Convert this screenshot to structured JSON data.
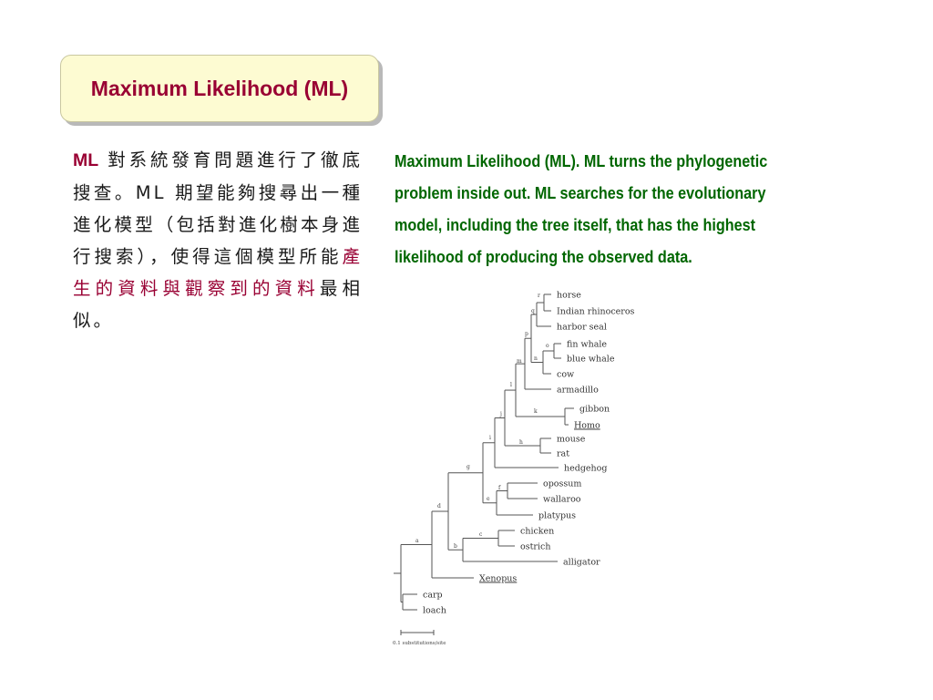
{
  "slide": {
    "title": "Maximum Likelihood (ML)",
    "cn": {
      "ml": "ML",
      "part1": "對系統發育問題進行了徹底搜查。ML 期望能夠搜尋出一種進化模型（包括對進化樹本身進行搜索），使得這個模型所能",
      "highlight": "產生的資料與觀察到的資料",
      "part2": "最相似。"
    },
    "en": {
      "lines": [
        "Maximum Likelihood (ML). ML turns the phylogenetic",
        "problem inside out. ML searches for the evolutionary",
        "model, including the tree itself, that has the highest",
        "likelihood of producing the observed data."
      ]
    }
  },
  "tree": {
    "leaves": [
      "horse",
      "Indian rhinoceros",
      "harbor seal",
      "fin whale",
      "blue whale",
      "cow",
      "armadillo",
      "gibbon",
      "Homo",
      "mouse",
      "rat",
      "hedgehog",
      "opossum",
      "wallaroo",
      "platypus",
      "chicken",
      "ostrich",
      "alligator",
      "Xenopus",
      "carp",
      "loach"
    ],
    "underlined_leaves": [
      "Homo",
      "Xenopus"
    ],
    "node_labels": [
      "a",
      "b",
      "c",
      "d",
      "e",
      "f",
      "g",
      "h",
      "i",
      "j",
      "k",
      "l",
      "m",
      "n",
      "o",
      "p",
      "q",
      "r"
    ],
    "scale_label": "0.1 substitutions/site"
  }
}
